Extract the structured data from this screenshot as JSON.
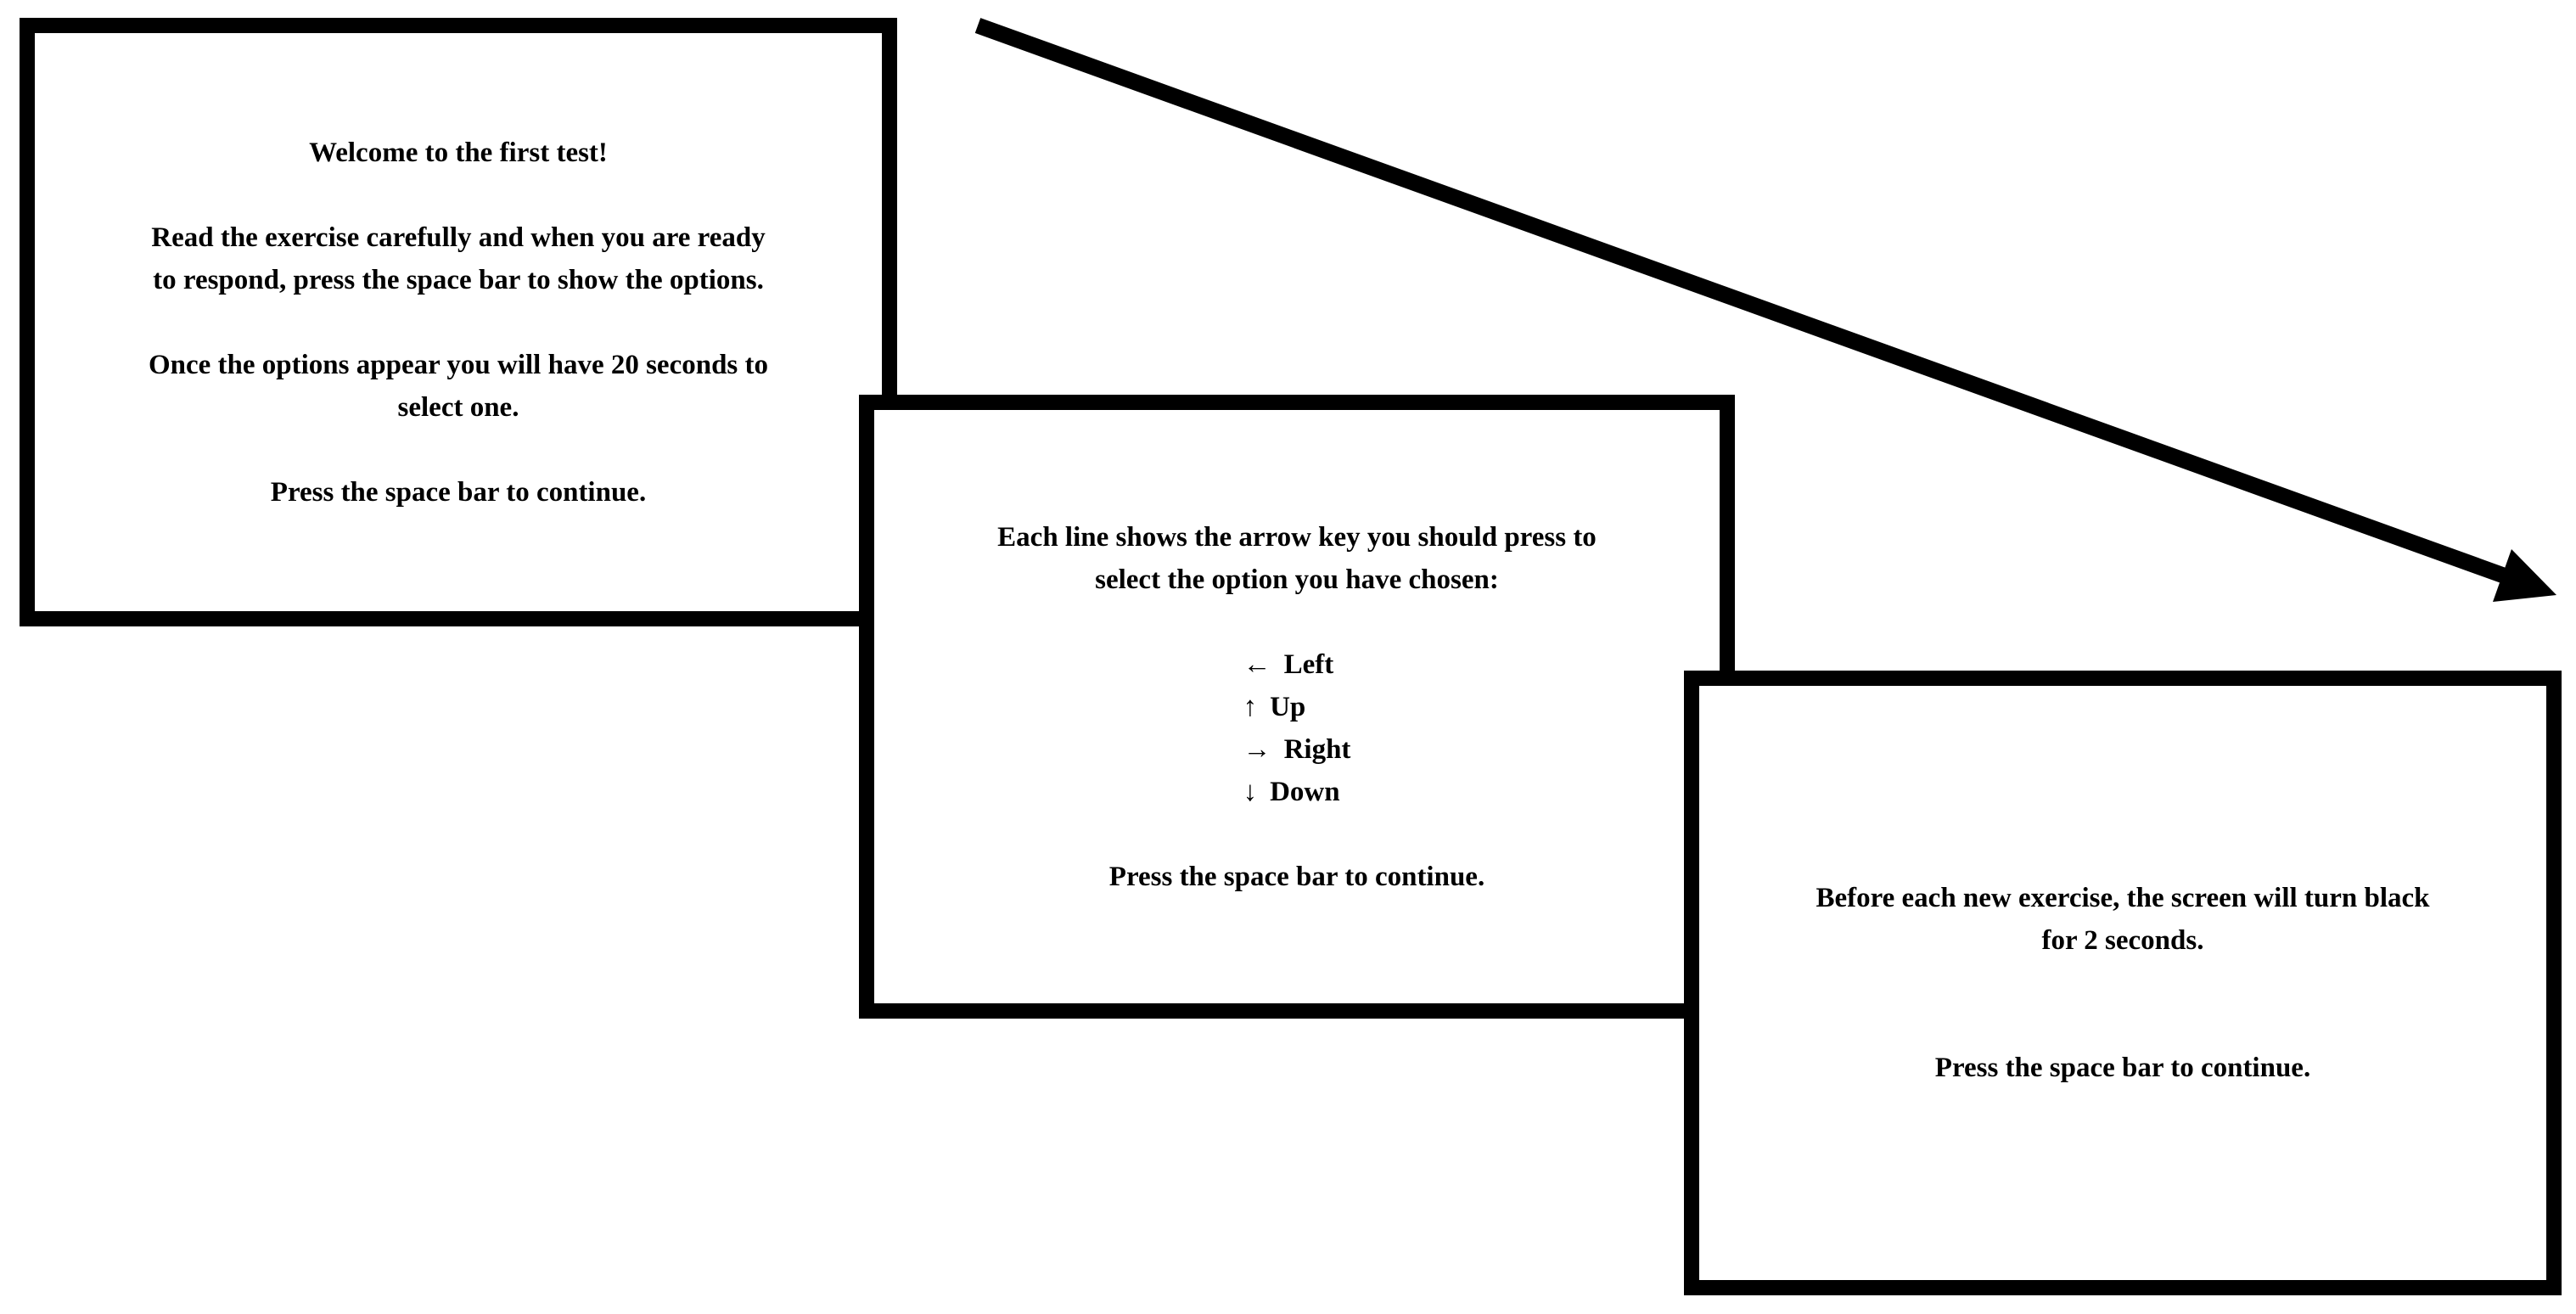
{
  "figure": {
    "background_color": "#ffffff",
    "panel_background_color": "#ffffff",
    "border_color": "#000000",
    "text_color": "#000000",
    "flow_arrow": "diagonal-arrow-top-left-to-bottom-right"
  },
  "panels": [
    {
      "name": "welcome-screen",
      "paragraphs": [
        "Welcome to the first test!",
        "Read the exercise carefully and when you are ready\nto respond, press the space bar to show the options.",
        "Once the options appear you will have 20 seconds to\nselect one.",
        "Press the space bar to continue."
      ]
    },
    {
      "name": "arrow-keys-screen",
      "intro": "Each line shows the arrow key you should press to\nselect the option you have chosen:",
      "keys": [
        {
          "arrow": "←",
          "label": "Left"
        },
        {
          "arrow": "↑",
          "label": "Up"
        },
        {
          "arrow": "→",
          "label": "Right"
        },
        {
          "arrow": "↓",
          "label": "Down"
        }
      ],
      "footer": "Press the space bar to continue."
    },
    {
      "name": "black-screen-notice",
      "paragraphs": [
        "Before each new exercise, the screen will turn black\nfor 2 seconds.",
        "Press the space bar to continue."
      ]
    }
  ]
}
